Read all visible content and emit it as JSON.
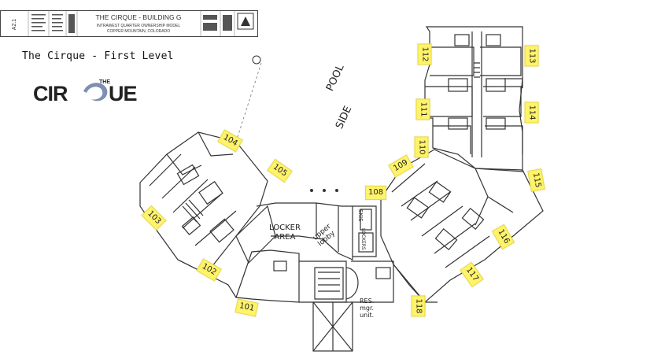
{
  "title_block": {
    "project_title": "THE CIRQUE - BUILDING G",
    "subtitle_line1": "INTRAWEST QUARTER OWNERSHIP MODEL",
    "subtitle_line2": "COPPER MOUNTAIN, COLORADO",
    "sheet_number": "A2.1"
  },
  "page_title": "The Cirque - First Level",
  "logo": {
    "pre": "THE",
    "word_left": "CIR",
    "word_right": "UE"
  },
  "annotations": {
    "pool_side": [
      "POOL",
      "SIDE"
    ],
    "locker_area": [
      "LOCKER",
      "AREA"
    ],
    "upper_lobby": [
      "upper",
      "lobby"
    ],
    "res_mgr": [
      "RES.",
      "mgr.",
      "unit."
    ],
    "skis": "SKIS",
    "lockers": "LOCKERS"
  },
  "unit_tags": [
    "101",
    "102",
    "103",
    "104",
    "105",
    "108",
    "109",
    "110",
    "111",
    "112",
    "113",
    "114",
    "115",
    "116",
    "117",
    "118"
  ],
  "colors": {
    "highlight": "#fff36a",
    "line": "#333333",
    "logo_blue": "#7f8fb3"
  }
}
